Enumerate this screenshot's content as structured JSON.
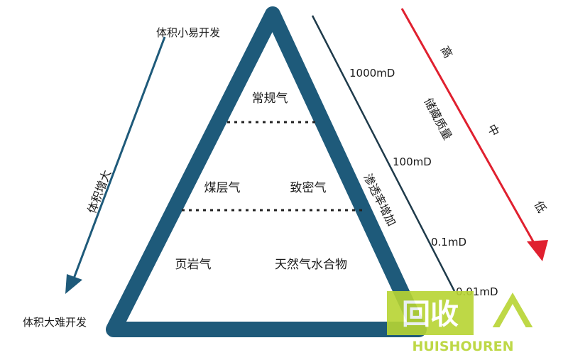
{
  "labels": {
    "top_left": "体积小易开发",
    "bottom_left": "体积大难开发",
    "left_arrow": "体积增大",
    "right_side": "渗透率增加"
  },
  "layers": {
    "top": [
      "常规气"
    ],
    "middle": [
      "煤层气",
      "致密气"
    ],
    "bottom": [
      "页岩气",
      "天然气水合物"
    ]
  },
  "permeability_ticks": [
    "1000mD",
    "100mD",
    "0.1mD",
    "0.01mD"
  ],
  "quality": {
    "title": "储藏质量",
    "high": "高",
    "mid": "中",
    "low": "低"
  },
  "watermark": {
    "logo_text": "回收",
    "site": "HUISHOUREN"
  },
  "colors": {
    "triangle": "#1e5a7a",
    "arrow_left": "#1e5a7a",
    "arrow_red": "#e0202f",
    "text": "#1a1a1a",
    "watermark": "#b7d433"
  }
}
